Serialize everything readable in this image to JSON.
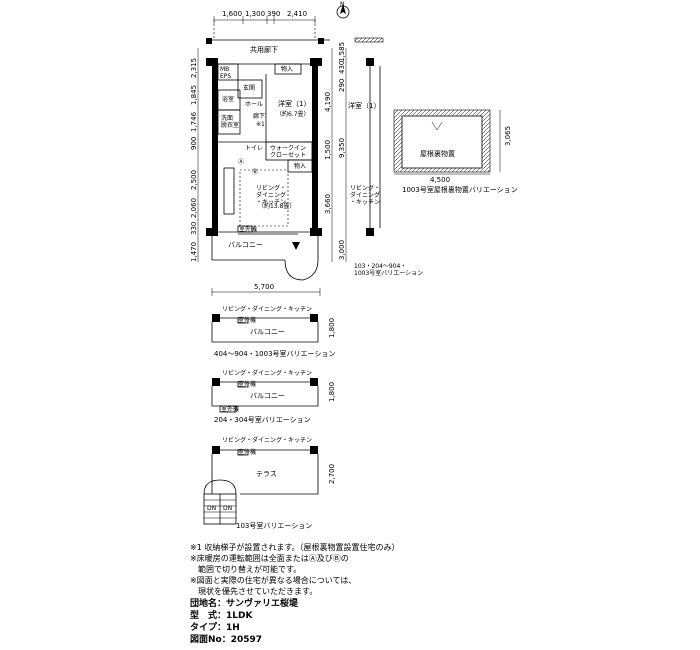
{
  "top_dims": [
    "1,600",
    "1,300",
    "390",
    "2,410"
  ],
  "left_dims": [
    "2,315",
    "1,845",
    "1,746",
    "900",
    "2,500",
    "2,060",
    "330",
    "1,470"
  ],
  "right_dims": [
    "1,585",
    "4,190",
    "9,350",
    "1,500",
    "3,660",
    "3,000",
    "430",
    "290"
  ],
  "width_dim": "5,700",
  "rooms": {
    "corridor": "共用廊下",
    "mb_eps": "MB\nEPS",
    "entrance": "玄関",
    "storage_top": "物入",
    "bath": "浴室",
    "hall": "ホール",
    "washroom": "洗面\n脱衣室",
    "corridor_inner": "廊下",
    "note1": "※1",
    "western1": "洋室（1）",
    "western1_area": "（約6.7畳）",
    "toilet": "トイレ",
    "wic": "ウォークイン\nクローゼット",
    "storage_mid": "物入",
    "marker_a": "Ⓐ",
    "marker_b": "Ⓑ",
    "ldk": "リビング・\nダイニング\n・キッチン",
    "ldk_area": "（約13.8畳）",
    "balcony": "バルコニー",
    "ac": "室外機",
    "western1_right": "洋室（1）",
    "ldk_right": "リビング・\nダイニング\n・キッチン"
  },
  "attic": {
    "label": "屋根裏物置",
    "width_dim": "4,500",
    "height_dim": "3,065",
    "caption": "1003号室屋根裏物置バリエーション"
  },
  "variations": [
    {
      "top_label": "リビング・ダイニング・キッチン",
      "mid_label": "バルコニー",
      "dim": "1,800",
      "caption": "404～904・1003号室バリエーション"
    },
    {
      "top_label": "リビング・ダイニング・キッチン",
      "mid_label": "バルコニー",
      "dim": "1,800",
      "caption": "204・304号室バリエーション"
    },
    {
      "top_label": "リビング・ダイニング・キッチン",
      "mid_label": "テラス",
      "dim": "2,700",
      "caption": "103号室バリエーション"
    }
  ],
  "var_small": {
    "ac": "室外機",
    "dn": "DN",
    "ac_left": "室外機"
  },
  "right_caption": "103・204～904・\n1003号室バリエーション",
  "notes": [
    "※1 収納梯子が設置されます。（屋根裏物置設置住宅のみ）",
    "※床暖房の運転範囲は全面またはⒶ及びⒷの",
    "　範囲で切り替えが可能です。",
    "※図面と実際の住宅が異なる場合については、",
    "　現状を優先させていただきます。"
  ],
  "info": {
    "property": "団地名：サンヴァリエ桜堤",
    "type": "型　式：1LDK",
    "type2": "タイプ：1H",
    "drawing_no": "図面No：20597"
  },
  "north": "N"
}
